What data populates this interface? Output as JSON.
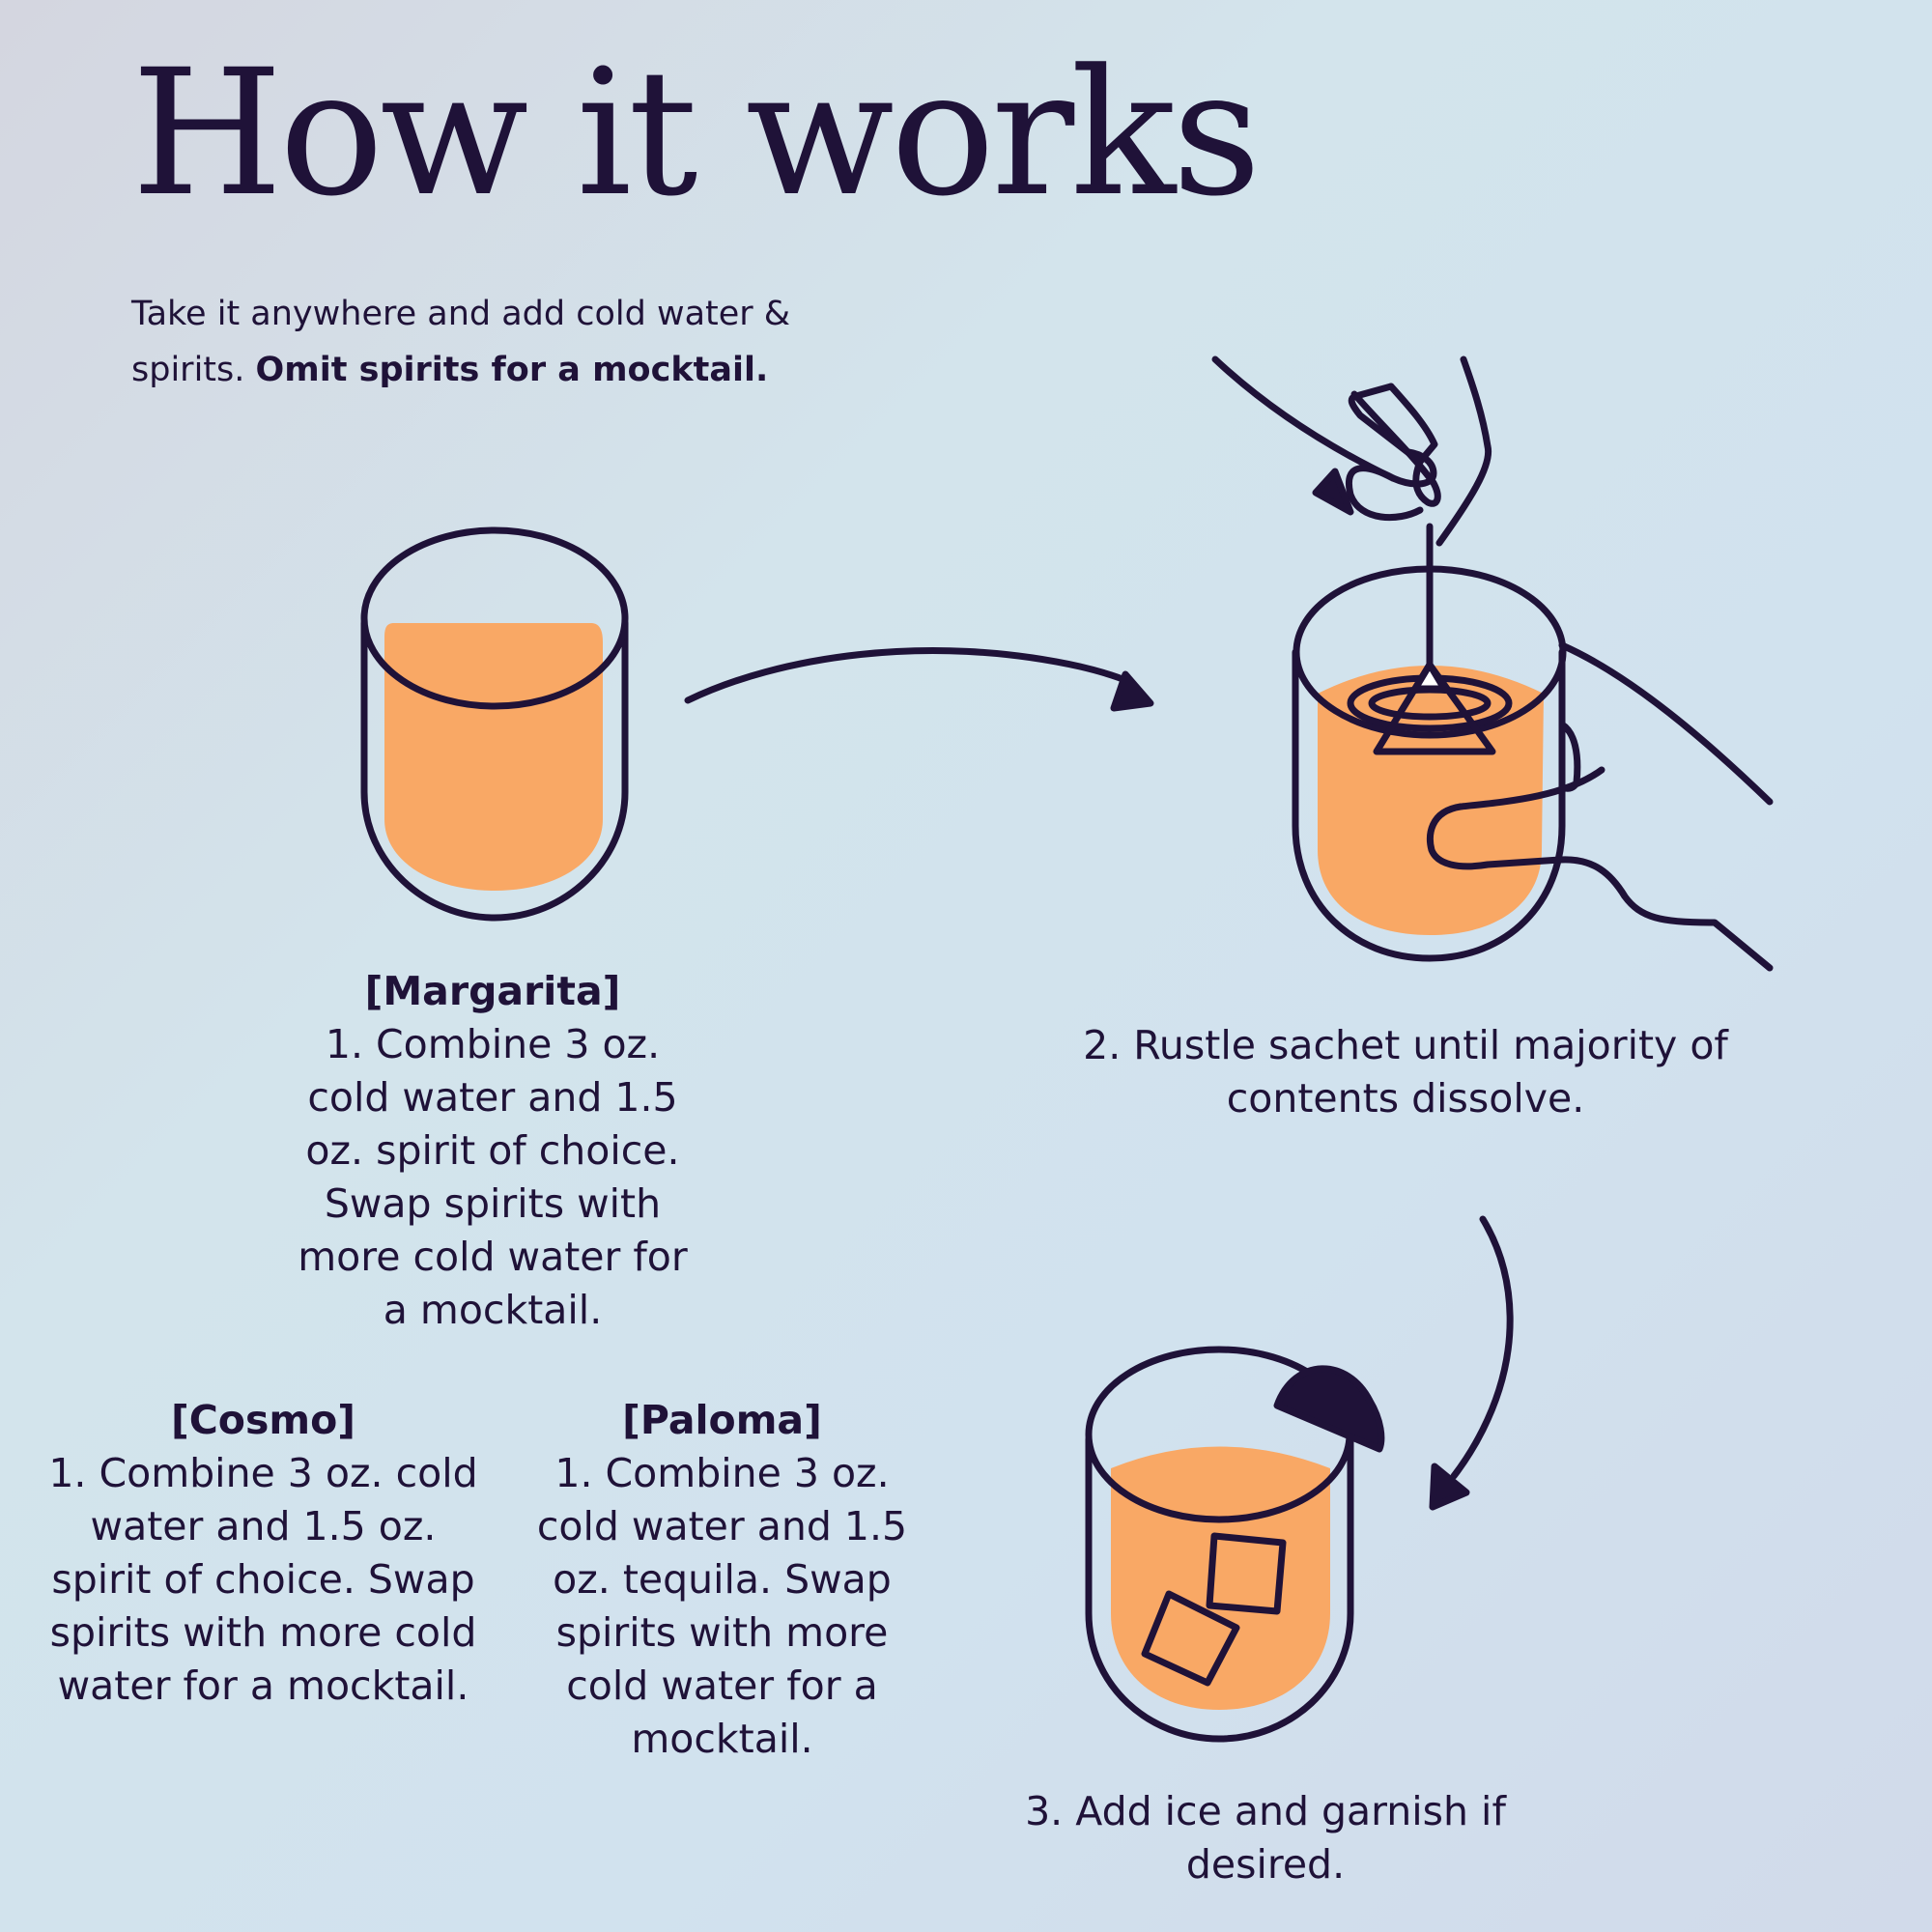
{
  "title": "How it works",
  "subtitle": {
    "regular": "Take it anywhere and add cold water & spirits.",
    "bold": "Omit spirits for a mocktail."
  },
  "recipes": [
    {
      "name": "[Margarita]",
      "text": "1.  Combine 3 oz. cold water and 1.5 oz. spirit of choice. Swap spirits with more cold water for a mocktail."
    },
    {
      "name": "[Cosmo]",
      "text": "1.  Combine 3 oz. cold water and 1.5 oz. spirit of choice. Swap spirits with more cold water for a mocktail."
    },
    {
      "name": "[Paloma]",
      "text": "1.  Combine 3 oz. cold water and 1.5 oz. tequila. Swap spirits with more cold water for a mocktail."
    }
  ],
  "steps": {
    "step2": "2.  Rustle sachet until majority of contents dissolve.",
    "step3": "3.  Add ice and garnish if desired."
  },
  "colors": {
    "ink": "#1f1238",
    "drink": "#f9a865"
  },
  "icons": [
    "glass-icon",
    "arrow-icon",
    "hand-icon",
    "sachet-icon",
    "ice-cube-icon",
    "garnish-icon"
  ]
}
